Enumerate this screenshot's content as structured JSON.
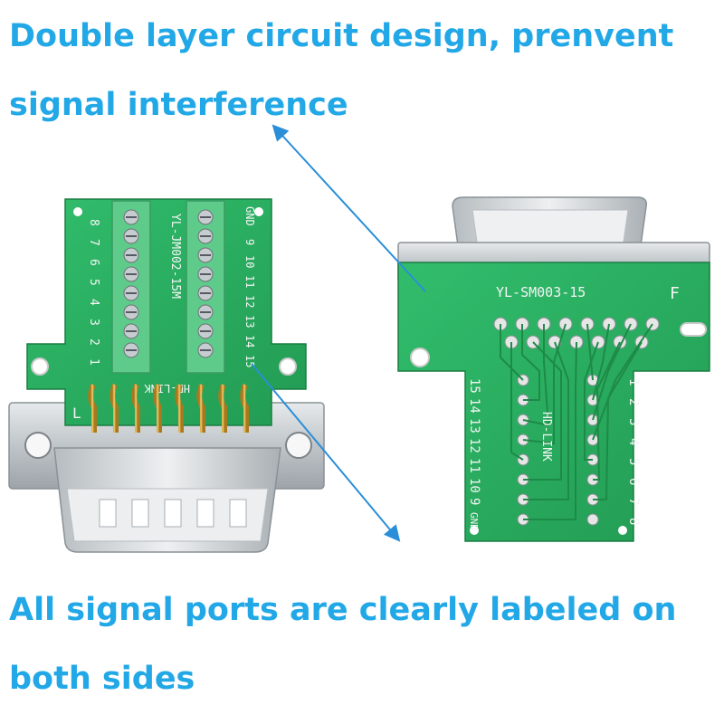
{
  "captions": {
    "top": "Double layer circuit design, prenvent signal interference",
    "bottom": "All signal ports are clearly labeled on both sides"
  },
  "left_board": {
    "part_number": "YL-JM002-15M",
    "brand": "HD-LINK",
    "corner_mark": "L",
    "left_column_labels": [
      "8",
      "7",
      "6",
      "5",
      "4",
      "3",
      "2",
      "1"
    ],
    "right_column_labels": [
      "GND",
      "9",
      "10",
      "11",
      "12",
      "13",
      "14",
      "15"
    ]
  },
  "right_board": {
    "part_number": "YL-SM003-15",
    "corner_mark": "F",
    "brand": "HD-LINK",
    "left_column_labels": [
      "15",
      "14",
      "13",
      "12",
      "11",
      "10",
      "9",
      "GND"
    ],
    "right_column_labels": [
      "1",
      "2",
      "3",
      "4",
      "5",
      "6",
      "7",
      "8"
    ]
  },
  "colors": {
    "caption": "#22a8e6",
    "pcb": "#2bb462",
    "terminal": "#5fcb8a",
    "metal": "#c9ced2",
    "gold": "#d6a63a",
    "arrow": "#2a8fd8"
  }
}
